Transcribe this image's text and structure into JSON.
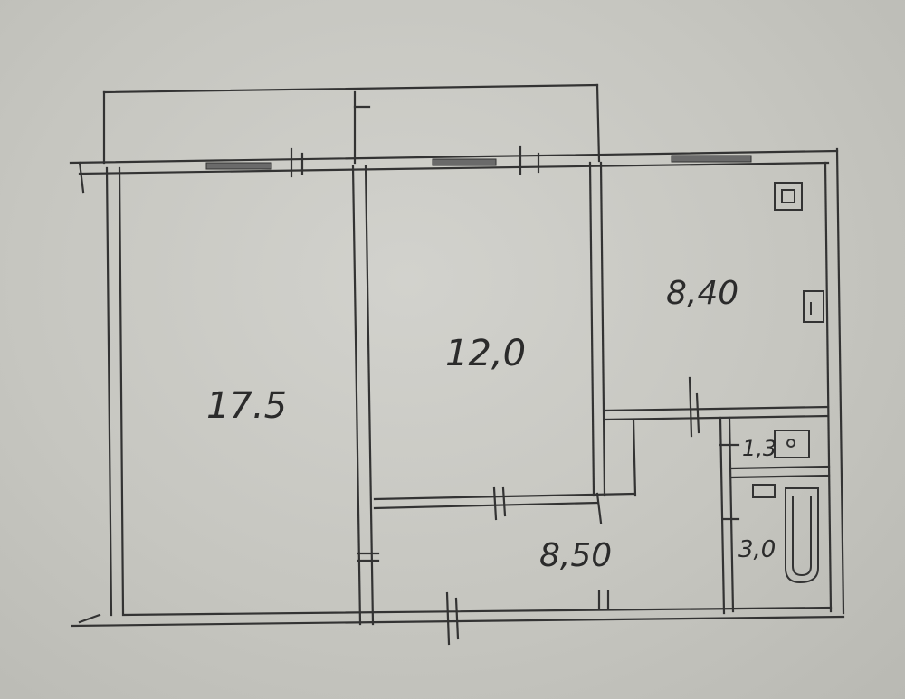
{
  "floor_plan": {
    "rooms": [
      {
        "id": "room-left",
        "area_label": "17.5"
      },
      {
        "id": "room-middle",
        "area_label": "12,0"
      },
      {
        "id": "kitchen",
        "area_label": "8,40"
      },
      {
        "id": "hallway",
        "area_label": "8,50"
      },
      {
        "id": "toilet",
        "area_label": "1,3"
      },
      {
        "id": "bathroom",
        "area_label": "3,0"
      }
    ]
  },
  "colors": {
    "paper": "#c9c9c4",
    "ink": "#2f2f2f"
  }
}
